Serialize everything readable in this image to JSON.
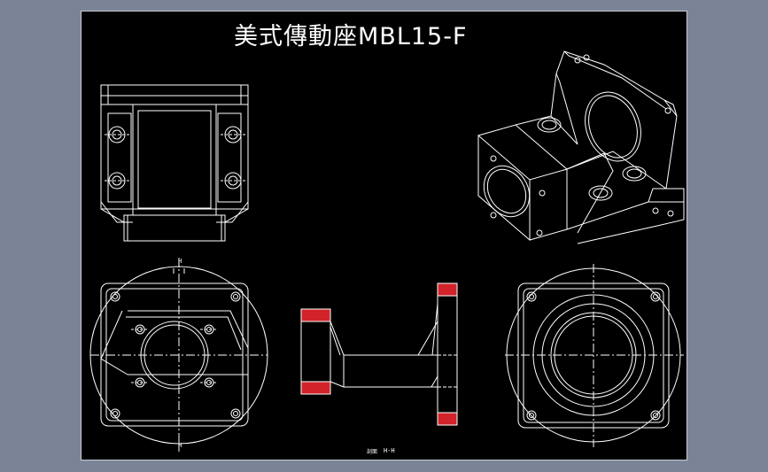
{
  "drawing": {
    "title": "美式傳動座MBL15-F",
    "section_label_top": "H",
    "section_label_bottom": "H",
    "section_caption": "H-H",
    "caption_prefix": "剖面"
  },
  "colors": {
    "sheet_background": "#000000",
    "outer_background": "#7b8497",
    "line": "#ffffff",
    "hatch": "#d2232a"
  }
}
